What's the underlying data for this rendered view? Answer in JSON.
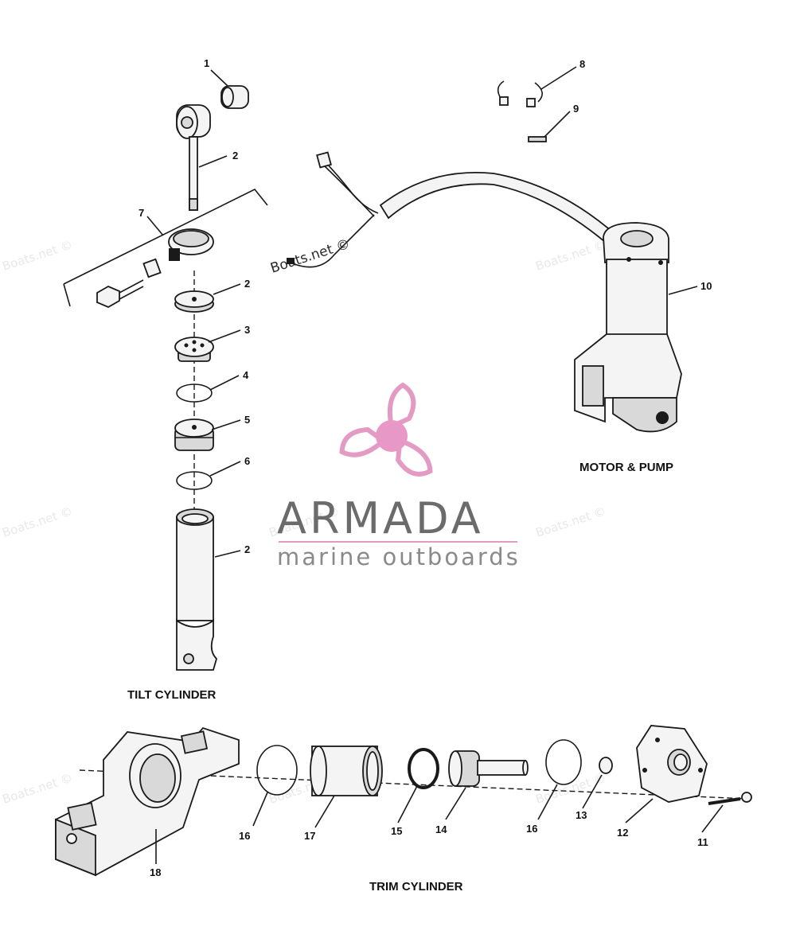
{
  "sections": {
    "tilt": "TILT CYLINDER",
    "motor": "MOTOR & PUMP",
    "trim": "TRIM CYLINDER"
  },
  "callouts": {
    "c1": "1",
    "c2a": "2",
    "c7": "7",
    "c2b": "2",
    "c3": "3",
    "c4": "4",
    "c5": "5",
    "c6": "6",
    "c2c": "2",
    "c8": "8",
    "c9": "9",
    "c10": "10",
    "c16a": "16",
    "c17": "17",
    "c15": "15",
    "c14": "14",
    "c16b": "16",
    "c13": "13",
    "c12": "12",
    "c11": "11",
    "c18": "18"
  },
  "watermark": {
    "site": "Boats.net ©",
    "brand_name": "ARMADA",
    "brand_tagline": "marine outboards",
    "logo_color": "#e39bc4",
    "logo_hub_color": "#e898c6"
  }
}
